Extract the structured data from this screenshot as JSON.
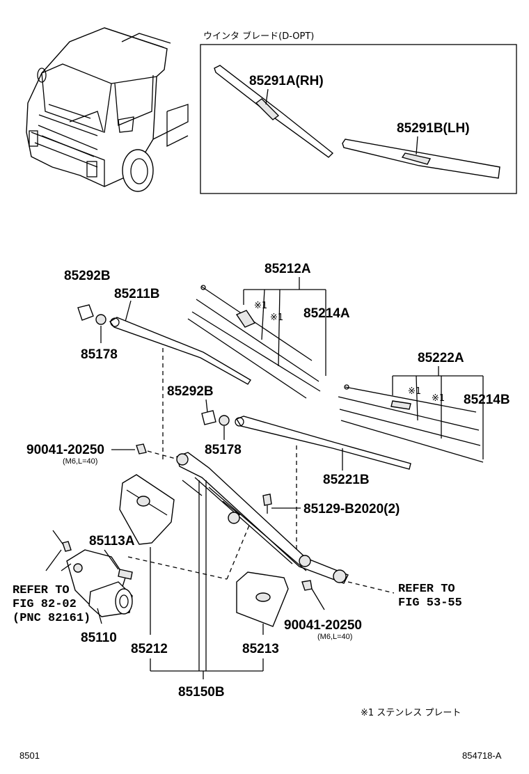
{
  "optional_box": {
    "title": "ウインタ ブレード(D-OPT)",
    "blade_rh": "85291A(RH)",
    "blade_lh": "85291B(LH)"
  },
  "labels": {
    "p85292B_left": "85292B",
    "p85211B": "85211B",
    "p85178_left": "85178",
    "p85212A": "85212A",
    "p85214A": "85214A",
    "p85222A": "85222A",
    "p85214B": "85214B",
    "p85292B_mid": "85292B",
    "p85178_mid": "85178",
    "p90041_left": "90041-20250",
    "p90041_left_spec": "(M6,L=40)",
    "p85221B": "85221B",
    "p85129": "85129-B2020(2)",
    "p85113A": "85113A",
    "p85110": "85110",
    "p85212": "85212",
    "p85213": "85213",
    "p85150B": "85150B",
    "p90041_right": "90041-20250",
    "p90041_right_spec": "(M6,L=40)",
    "mark_1a": "※1",
    "mark_1b": "※1",
    "mark_1c": "※1",
    "mark_1d": "※1"
  },
  "refs": {
    "left_line1": "REFER TO",
    "left_line2": "FIG 82-02",
    "left_line3": "(PNC 82161)",
    "right_line1": "REFER TO",
    "right_line2": "FIG 53-55"
  },
  "footnote": "※1 ステンレス プレート",
  "footer": {
    "left_code": "8501",
    "right_code": "854718-A"
  }
}
